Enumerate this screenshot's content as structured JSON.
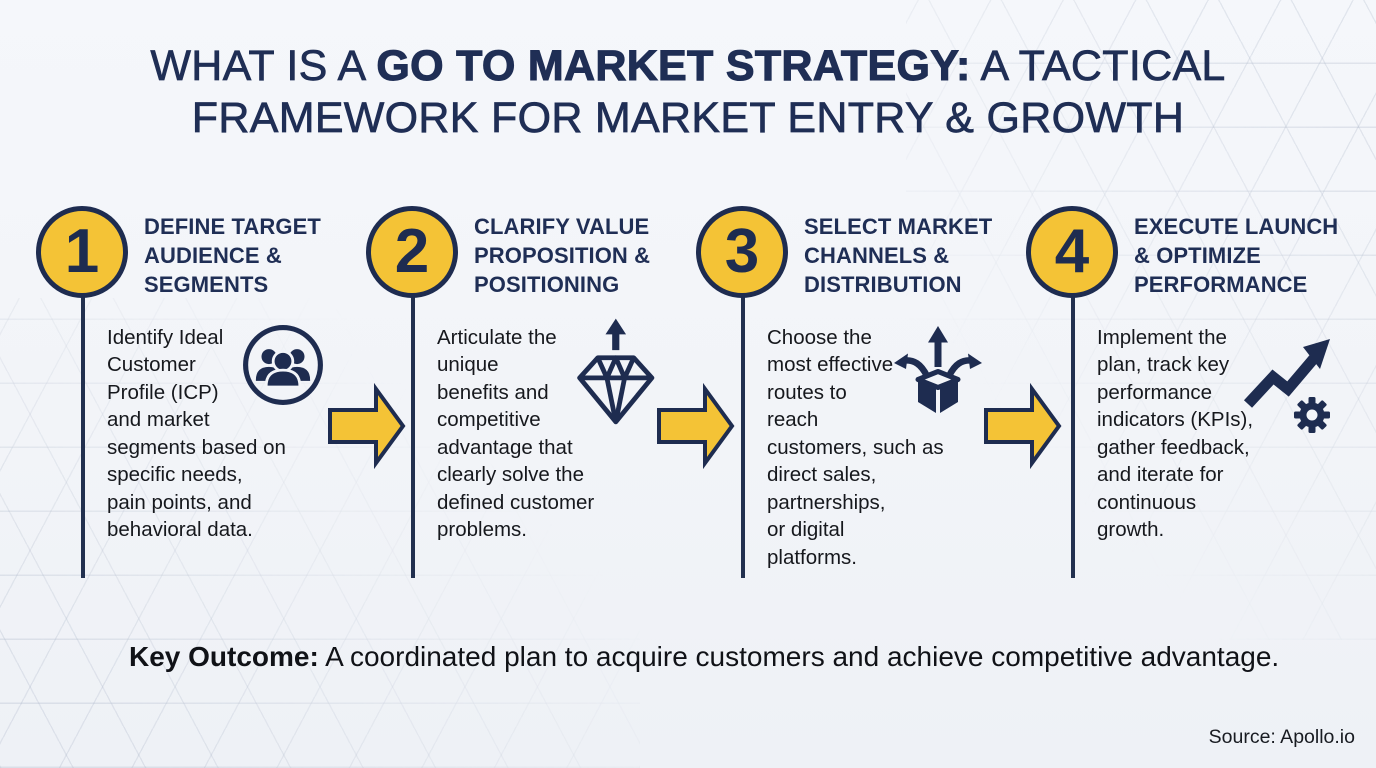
{
  "title": {
    "line1_pre": "WHAT IS A ",
    "line1_bold": "GO TO MARKET STRATEGY:",
    "line1_post": " A TACTICAL",
    "line2": "FRAMEWORK FOR MARKET ENTRY & GROWTH"
  },
  "steps": [
    {
      "number": "1",
      "title": "DEFINE TARGET AUDIENCE & SEGMENTS",
      "description": "Identify Ideal\nCustomer\nProfile (ICP)\nand market\nsegments based on\nspecific needs,\npain points, and\nbehavioral data.",
      "icon": "team-icon"
    },
    {
      "number": "2",
      "title": "CLARIFY VALUE PROPOSITION & POSITIONING",
      "description": "Articulate the\nunique\nbenefits and\ncompetitive\nadvantage that\nclearly solve the\ndefined customer\nproblems.",
      "icon": "value-diamond-icon"
    },
    {
      "number": "3",
      "title": "SELECT MARKET CHANNELS & DISTRIBUTION",
      "description": "Choose the\nmost effective\nroutes to\nreach\ncustomers, such as\ndirect sales,\npartnerships,\nor digital\nplatforms.",
      "icon": "distribution-box-icon"
    },
    {
      "number": "4",
      "title": "EXECUTE LAUNCH & OPTIMIZE PERFORMANCE",
      "description": "Implement the\nplan, track key\nperformance\nindicators (KPIs),\ngather feedback,\nand iterate for\ncontinuous\ngrowth.",
      "icon": "growth-gear-icon"
    }
  ],
  "key_outcome": {
    "label": "Key Outcome:",
    "text": " A coordinated plan to acquire customers and achieve competitive advantage."
  },
  "source": "Source: Apollo.io",
  "colors": {
    "accent_yellow": "#F4C336",
    "navy": "#1E2C50",
    "title_navy": "#1F2E55",
    "text_dark": "#16181D",
    "background": "#F3F5F9",
    "pattern_line": "#A6B1C4"
  }
}
